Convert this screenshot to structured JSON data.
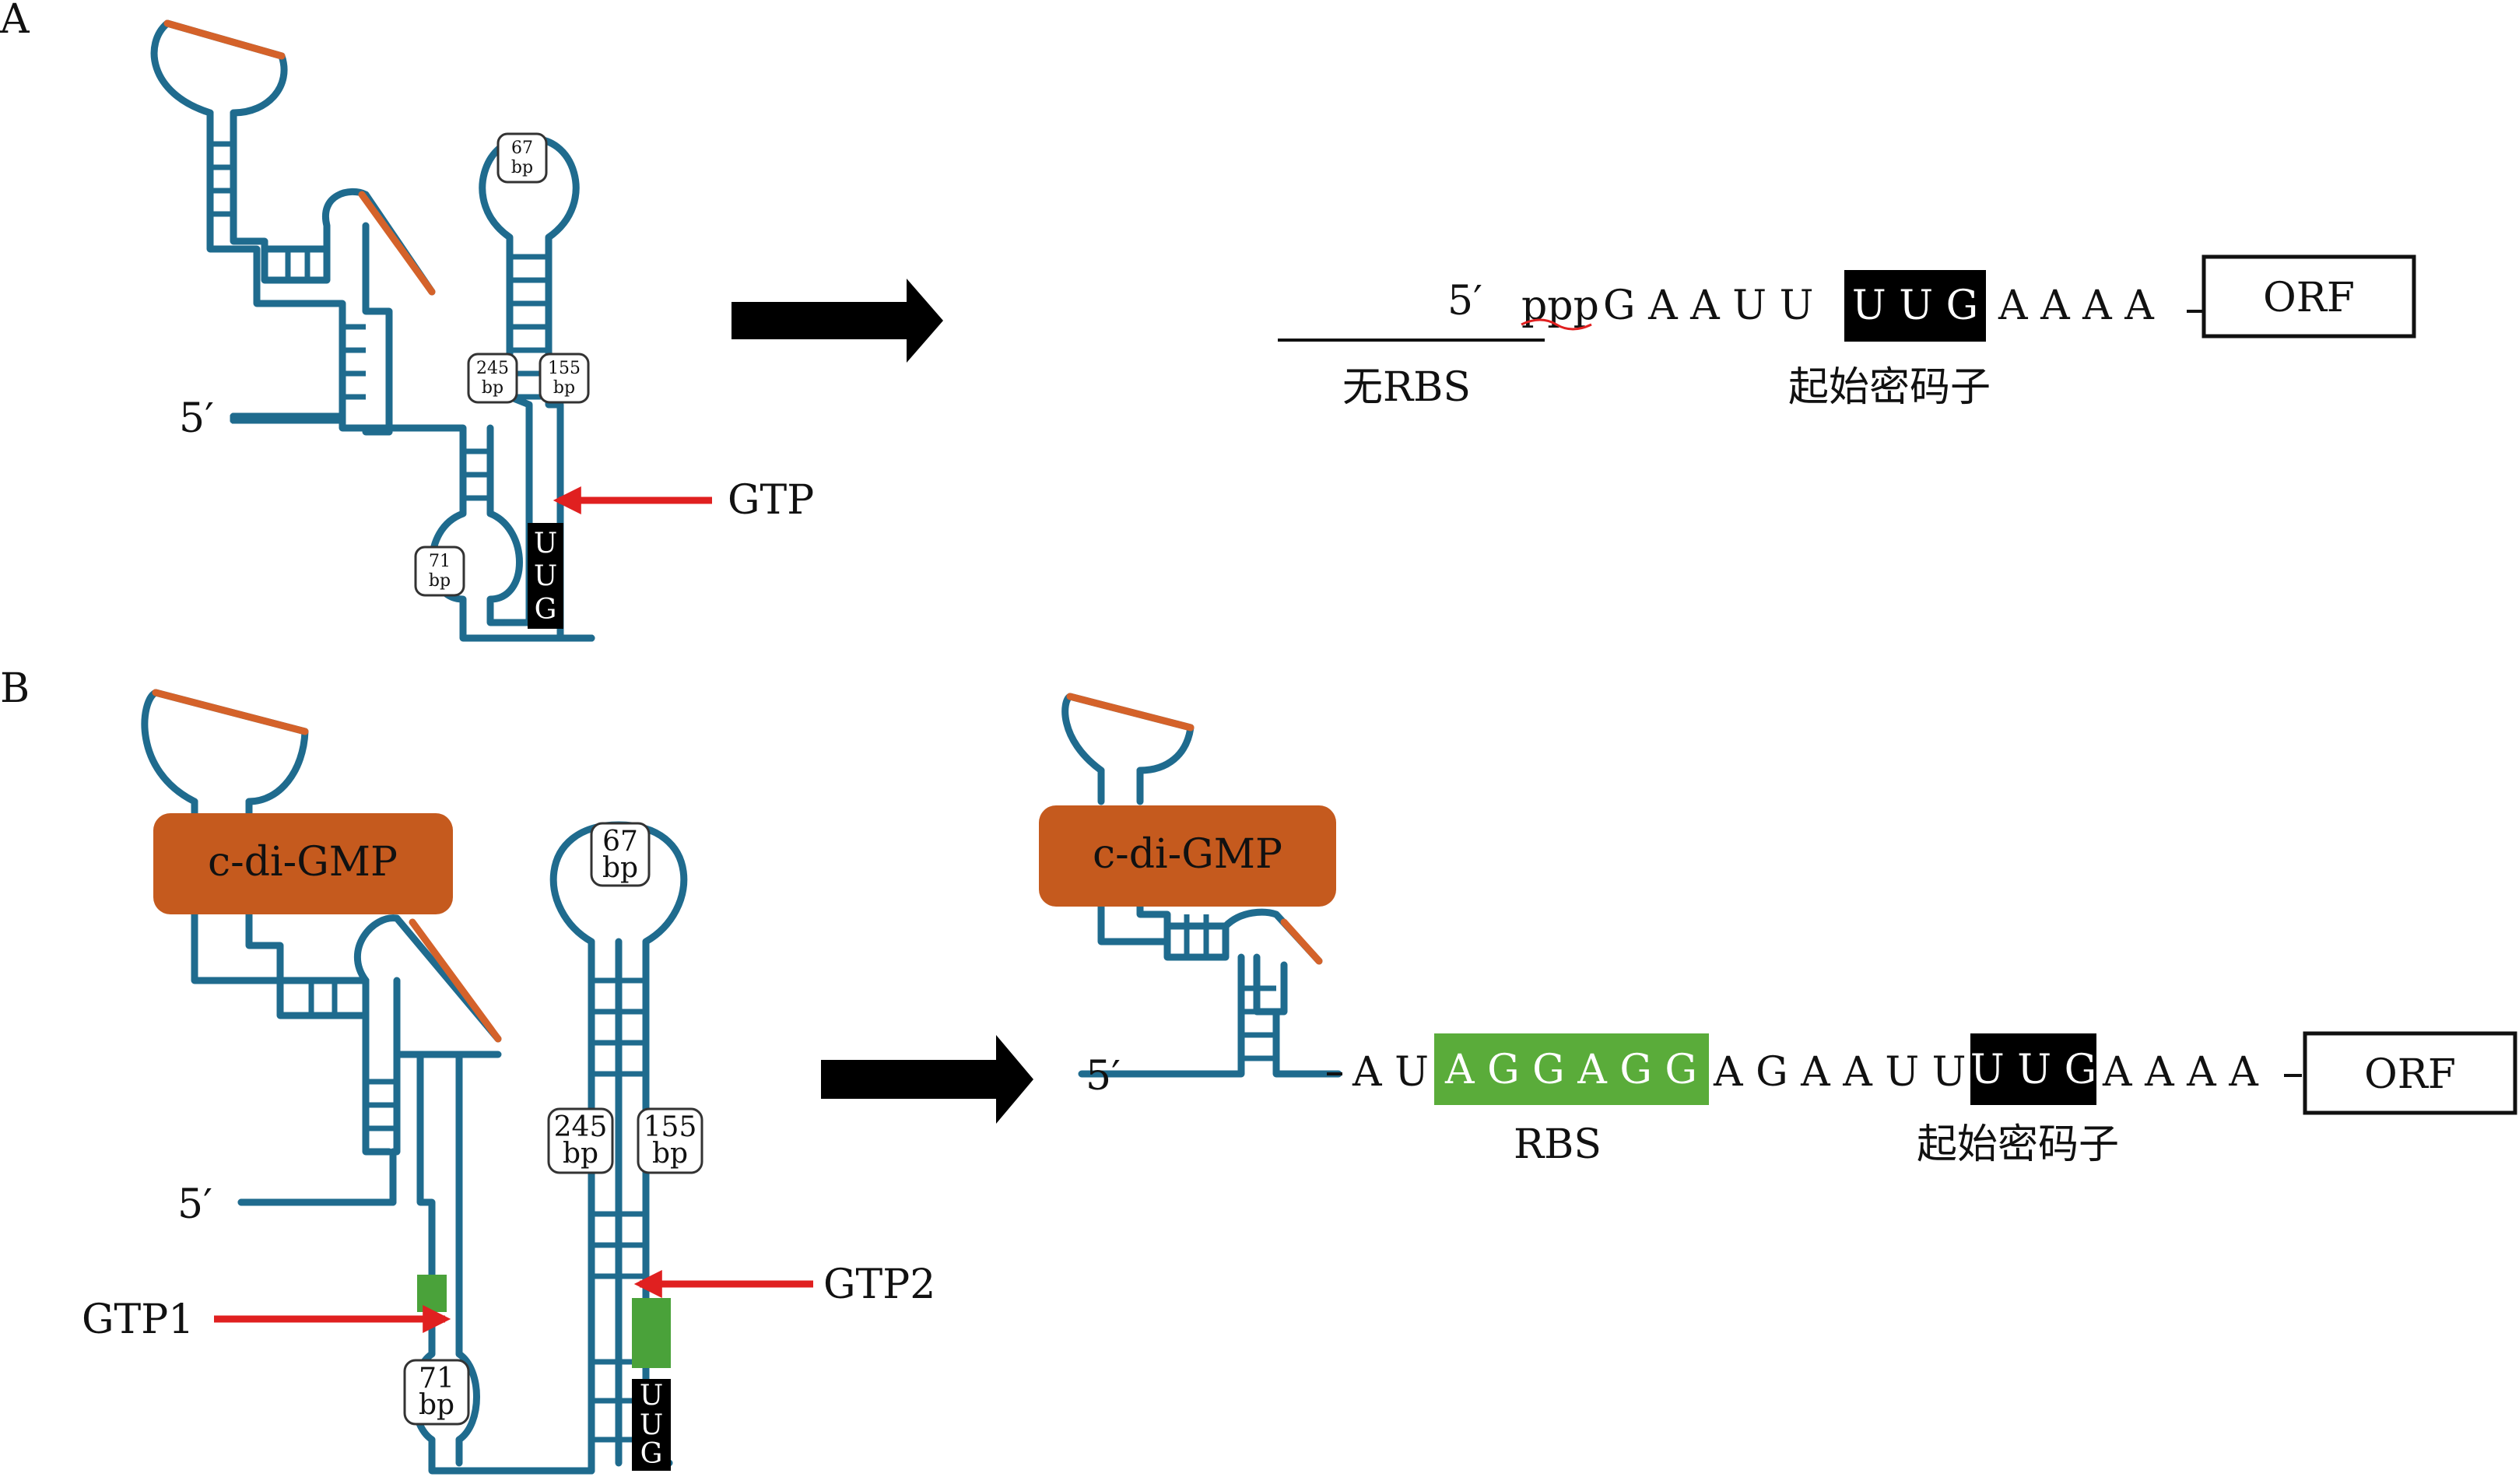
{
  "panels": {
    "a": {
      "label": "A",
      "five_prime_left": "5′",
      "five_prime_seq": "5′",
      "bp_67": [
        "67",
        "bp"
      ],
      "bp_245": [
        "245",
        "bp"
      ],
      "bp_155": [
        "155",
        "bp"
      ],
      "bp_71": [
        "71",
        "bp"
      ],
      "ligand": "GTP",
      "codon_letters": [
        "U",
        "U",
        "G"
      ],
      "ppp": "ppp",
      "seq_before": "G A A U U",
      "start_codon": "U U G",
      "seq_after": "A A A A",
      "orf": "ORF",
      "no_rbs": "无RBS",
      "start_codon_label": "起始密码子"
    },
    "b": {
      "label": "B",
      "five_prime_left": "5′",
      "five_prime_seq": "5′",
      "c_di_gmp": "c-di-GMP",
      "c_di_gmp_right": "c-di-GMP",
      "bp_67": [
        "67",
        "bp"
      ],
      "bp_245": [
        "245",
        "bp"
      ],
      "bp_155": [
        "155",
        "bp"
      ],
      "bp_71": [
        "71",
        "bp"
      ],
      "gtp1": "GTP1",
      "gtp2": "GTP2",
      "codon_letters": [
        "U",
        "U",
        "G"
      ],
      "seq_start": "A U",
      "rbs_seq": "A G G A G G",
      "seq_mid": "A G A A U U",
      "start_codon": "U U G",
      "seq_after": "A A A A",
      "orf": "ORF",
      "rbs_label": "RBS",
      "start_codon_label": "起始密码子"
    }
  },
  "colors": {
    "rna_strand": "#1f6b8e",
    "loop_highlight": "#d4622a",
    "ligand_box": "#c55a1e",
    "rbs_highlight": "#5aac3a",
    "gtp_site": "#4aa23a",
    "arrow_red": "#e02020",
    "codon_box": "#000000"
  }
}
